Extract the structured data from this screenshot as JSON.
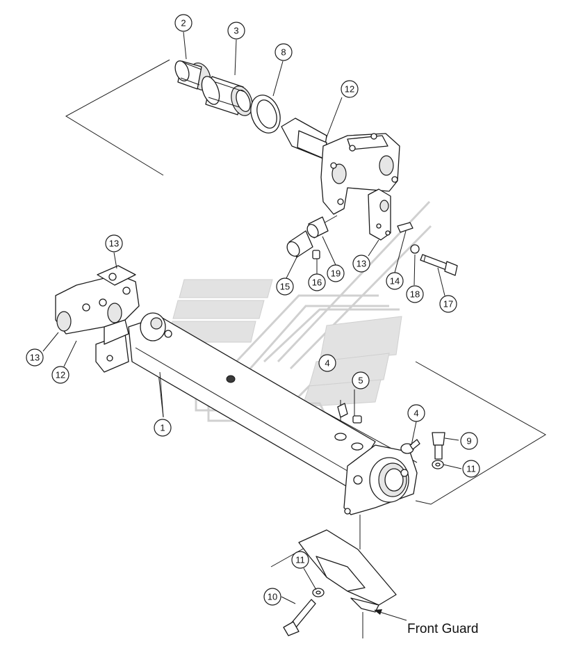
{
  "callouts": [
    {
      "id": "c2a",
      "number": "2"
    },
    {
      "id": "c3",
      "number": "3"
    },
    {
      "id": "c8",
      "number": "8"
    },
    {
      "id": "c12a",
      "number": "12"
    },
    {
      "id": "c13a",
      "number": "13"
    },
    {
      "id": "c13b",
      "number": "13"
    },
    {
      "id": "c13c",
      "number": "13"
    },
    {
      "id": "c12b",
      "number": "12"
    },
    {
      "id": "c15",
      "number": "15"
    },
    {
      "id": "c16",
      "number": "16"
    },
    {
      "id": "c19",
      "number": "19"
    },
    {
      "id": "c14",
      "number": "14"
    },
    {
      "id": "c18",
      "number": "18"
    },
    {
      "id": "c17",
      "number": "17"
    },
    {
      "id": "c1",
      "number": "1"
    },
    {
      "id": "c4a",
      "number": "4"
    },
    {
      "id": "c5",
      "number": "5"
    },
    {
      "id": "c4b",
      "number": "4"
    },
    {
      "id": "c9",
      "number": "9"
    },
    {
      "id": "c11a",
      "number": "11"
    },
    {
      "id": "c11b",
      "number": "11"
    },
    {
      "id": "c10",
      "number": "10"
    }
  ],
  "labels": {
    "front_guard": "Front Guard"
  },
  "colors": {
    "ink": "#1a1a1a",
    "watermark": "#d0d0d0"
  }
}
